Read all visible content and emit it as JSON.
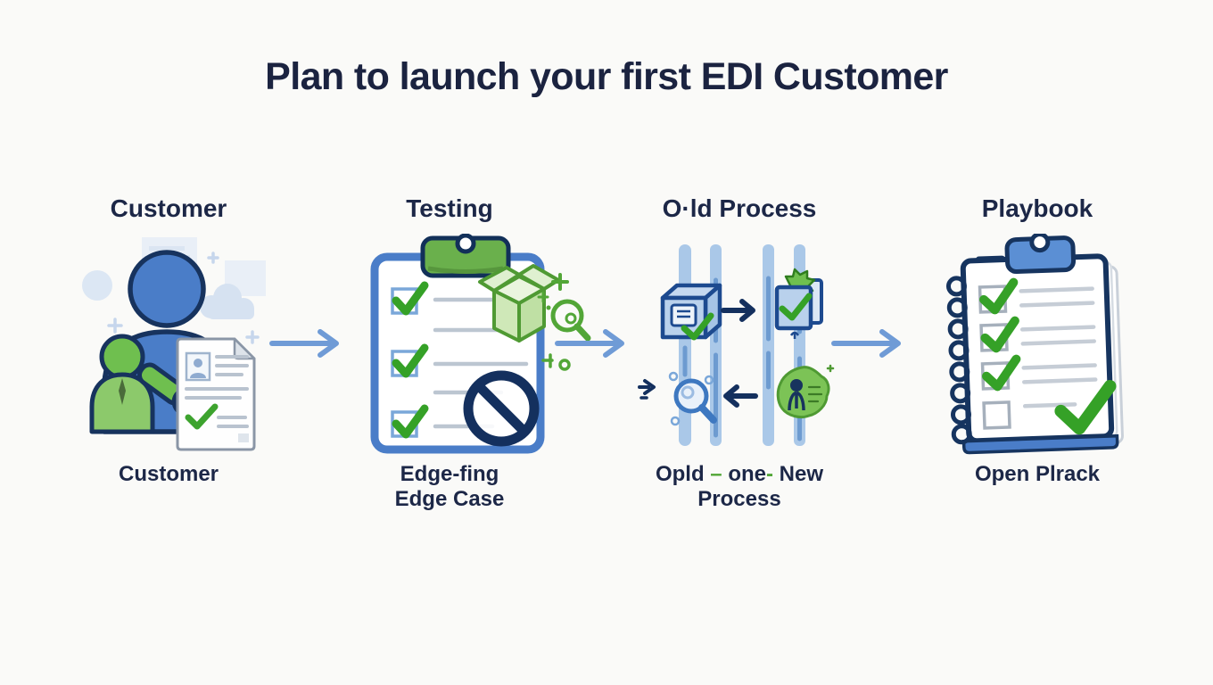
{
  "title": "Plan to launch your first EDI Customer",
  "colors": {
    "background": "#fafaf8",
    "navy_text": "#1c2747",
    "outline_navy": "#17335e",
    "person_blue": "#4a7dc8",
    "accent_green": "#3da32e",
    "green_dash": "#52a637",
    "arrow_blue": "#6f9bd6",
    "bar_light_blue": "#aac8e8"
  },
  "stages": [
    {
      "header": "Customer",
      "icon": "customer-with-document-icon",
      "caption_lines": [
        "Customer"
      ]
    },
    {
      "header": "Testing",
      "icon": "testing-checklist-clipboard-icon",
      "caption_lines": [
        "Edge-fing",
        "Edge Case"
      ]
    },
    {
      "header": "O·ld Process",
      "icon": "old-process-flow-icon",
      "caption_parts": [
        {
          "text": "Opld "
        },
        {
          "text": "–",
          "green": true
        },
        {
          "text": " one"
        },
        {
          "text": "-",
          "green": true
        },
        {
          "text": " New"
        }
      ],
      "caption_line2": "Process"
    },
    {
      "header": "Playbook",
      "icon": "playbook-notebook-icon",
      "caption_lines": [
        "Open Plrack"
      ]
    }
  ],
  "connectors": [
    {
      "icon": "arrow-right-icon"
    },
    {
      "icon": "arrow-right-icon"
    },
    {
      "icon": "arrow-right-icon"
    }
  ]
}
